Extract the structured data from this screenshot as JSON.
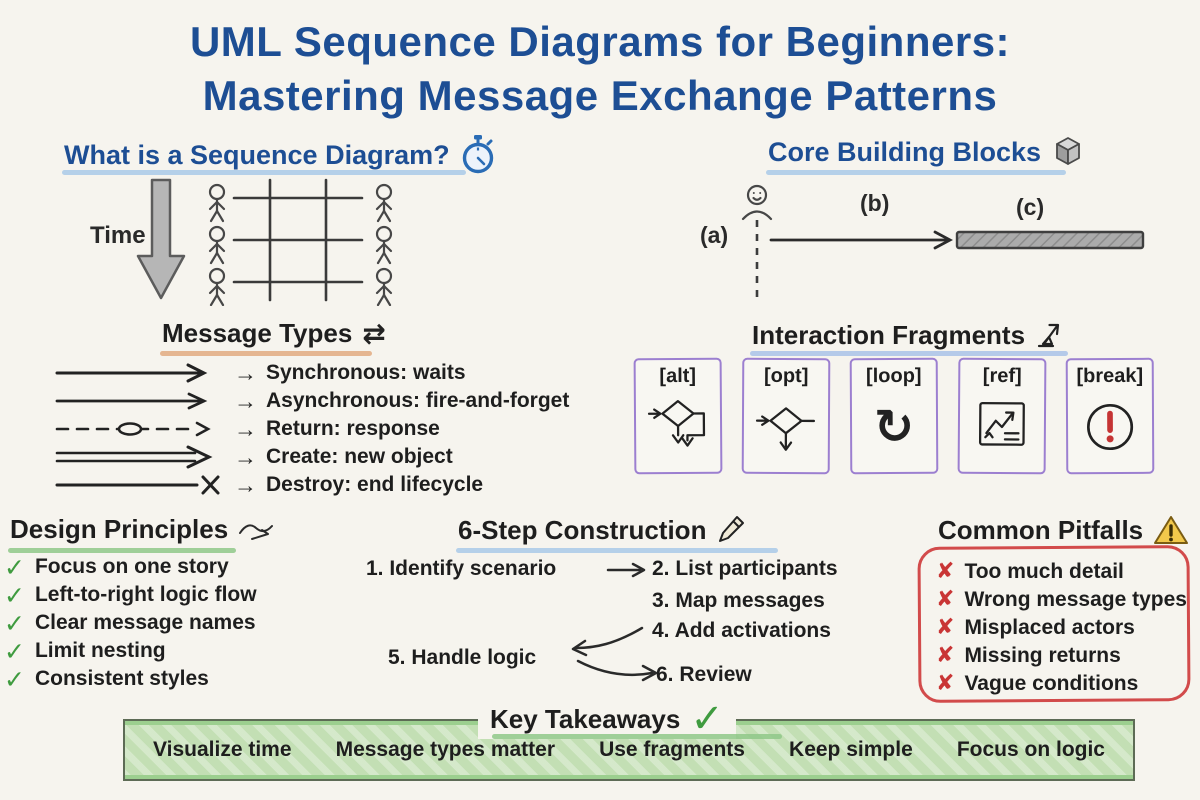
{
  "title": {
    "line1": "UML Sequence Diagrams for Beginners:",
    "line2": "Mastering Message Exchange Patterns"
  },
  "what_is": {
    "heading": "What is a Sequence Diagram?",
    "icon": "stopwatch-icon",
    "time_label": "Time"
  },
  "core_blocks": {
    "heading": "Core Building Blocks",
    "icon": "cube-icon",
    "label_a": "(a)",
    "label_b": "(b)",
    "label_c": "(c)"
  },
  "message_types": {
    "heading": "Message Types",
    "icon": "swap-arrows-icon",
    "icon_glyph": "⇄",
    "separator": "→",
    "items": [
      {
        "arrow": "synchronous-arrow",
        "label": "Synchronous: waits"
      },
      {
        "arrow": "asynchronous-arrow",
        "label": "Asynchronous: fire-and-forget"
      },
      {
        "arrow": "return-arrow",
        "label": "Return: response"
      },
      {
        "arrow": "create-arrow",
        "label": "Create: new object"
      },
      {
        "arrow": "destroy-arrow",
        "label": "Destroy: end lifecycle"
      }
    ]
  },
  "fragments": {
    "heading": "Interaction Fragments",
    "icon": "pen-icon",
    "loop_glyph": "↻",
    "boxes": [
      {
        "label": "[alt]",
        "icon": "alt-flow-icon"
      },
      {
        "label": "[opt]",
        "icon": "opt-flow-icon"
      },
      {
        "label": "[loop]",
        "icon": "loop-cycle-icon"
      },
      {
        "label": "[ref]",
        "icon": "ref-chart-icon"
      },
      {
        "label": "[break]",
        "icon": "break-exclamation-icon"
      }
    ]
  },
  "design_principles": {
    "heading": "Design Principles",
    "icon": "sketch-icon",
    "check_glyph": "✓",
    "items": [
      "Focus on one story",
      "Left-to-right logic flow",
      "Clear message names",
      "Limit nesting",
      "Consistent styles"
    ]
  },
  "construction": {
    "heading": "6-Step Construction",
    "icon": "pencil-icon",
    "steps": {
      "s1": "1. Identify scenario",
      "s2": "2. List participants",
      "s3": "3. Map messages",
      "s4": "4. Add activations",
      "s5": "5. Handle logic",
      "s6": "6. Review"
    }
  },
  "pitfalls": {
    "heading": "Common Pitfalls",
    "icon": "warning-icon",
    "cross_glyph": "✘",
    "items": [
      "Too much detail",
      "Wrong message types",
      "Misplaced actors",
      "Missing returns",
      "Vague conditions"
    ]
  },
  "takeaways": {
    "heading": "Key Takeaways",
    "check_glyph": "✓",
    "items": [
      "Visualize time",
      "Message types matter",
      "Use fragments",
      "Keep simple",
      "Focus on logic"
    ]
  },
  "colors": {
    "title_blue": "#1d4e94",
    "underline_blue": "#a9c9e8",
    "underline_orange": "#e2aa80",
    "underline_green": "#8fc888",
    "purple_border": "#9c7fd0",
    "red": "#c93535",
    "green_check": "#3f9b3f",
    "banner_fill": "#c3dfb4",
    "warning_yellow": "#f2c84b",
    "gray_arrow": "#b6b6b6"
  }
}
